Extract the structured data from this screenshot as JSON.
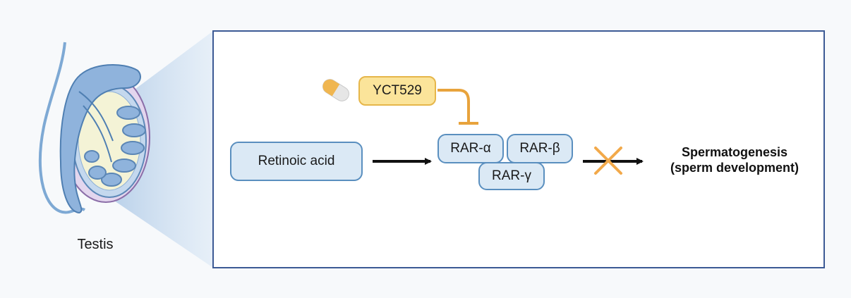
{
  "organ": {
    "label": "Testis",
    "icon": "testis-illustration"
  },
  "drug": {
    "label": "YCT529",
    "icon": "pill-capsule-icon"
  },
  "ligand": {
    "label": "Retinoic acid"
  },
  "receptors": [
    {
      "label": "RAR-α"
    },
    {
      "label": "RAR-β"
    },
    {
      "label": "RAR-γ"
    }
  ],
  "outcome": {
    "line1": "Spermatogenesis",
    "line2": "(sperm development)"
  },
  "colors": {
    "panel_border": "#3c5a95",
    "box_fill": "#dbe9f5",
    "box_border": "#5a8fbf",
    "drug_fill": "#fbe49a",
    "drug_border": "#e6b64a",
    "inhibit": "#e8a33c",
    "arrow": "#111111",
    "block_cross": "#f2a94a"
  }
}
